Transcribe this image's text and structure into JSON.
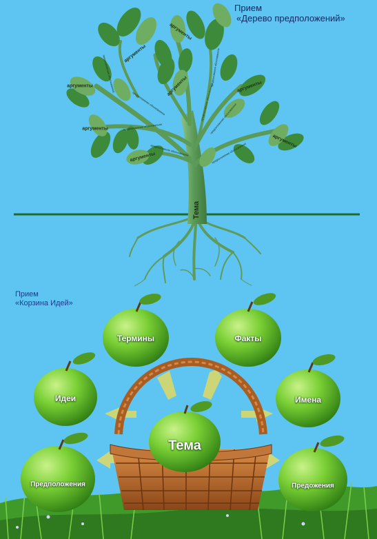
{
  "tree": {
    "caption_line1": "Прием",
    "caption_line2": "«Дерево предположений»",
    "trunk_label": "Тема",
    "leaf_label": "аргументы",
    "branch_label": "предположение обоснованное",
    "colors": {
      "leaf": "#3d8a3a",
      "leaf_light": "#6fae62",
      "trunk": "#5f9a5a",
      "ground": "#1f6b2a"
    }
  },
  "basket": {
    "caption_line1": "Прием",
    "caption_line2": "«Корзина Идей»",
    "center_apple": "Тема",
    "apples": [
      "Термины",
      "Факты",
      "Идеи",
      "Имена",
      "Предположения",
      "Предожения"
    ],
    "colors": {
      "apple": "#6fcb2f",
      "arrow": "#d9d86a",
      "basket": "#b0682a",
      "grass": "#3f9a2a"
    }
  }
}
